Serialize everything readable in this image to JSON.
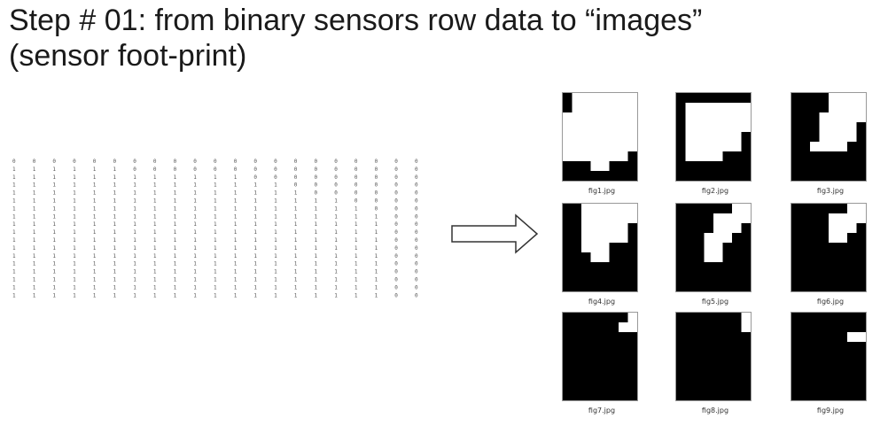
{
  "slide": {
    "title_line1": "Step # 01: from binary sensors row data to “images”",
    "title_line2": "(sensor foot-print)"
  },
  "raw_data": {
    "rows": [
      "000000000000000000000",
      "111111000000000000000",
      "111111111111000000000",
      "111111111111110000000",
      "111111111111111000000",
      "111111111111111110000",
      "111111111111111111000",
      "111111111111111111100",
      "111111111111111111100",
      "111111111111111111100",
      "111111111111111111100",
      "111111111111111111100",
      "111111111111111111100",
      "111111111111111111100",
      "111111111111111111100",
      "111111111111111111100",
      "111111111111111111100",
      "111111111111111111100"
    ]
  },
  "arrow": {
    "icon": "right-arrow-icon"
  },
  "colors": {
    "on": "#000000",
    "off": "#ffffff"
  },
  "figures": [
    {
      "caption": "fig1.jpg",
      "grid": [
        "10000000",
        "10000000",
        "00000000",
        "00000000",
        "00000000",
        "00000000",
        "00000001",
        "11100111",
        "11111111"
      ]
    },
    {
      "caption": "fig2.jpg",
      "grid": [
        "11111111",
        "10000000",
        "10000000",
        "10000000",
        "10000001",
        "10000001",
        "10000111",
        "11111111",
        "11111111"
      ]
    },
    {
      "caption": "fig3.jpg",
      "grid": [
        "11110000",
        "11110000",
        "11100000",
        "11100001",
        "11100001",
        "11000011",
        "11111111",
        "11111111",
        "11111111"
      ]
    },
    {
      "caption": "fig4.jpg",
      "grid": [
        "11000000",
        "11000000",
        "11000001",
        "11000001",
        "11000111",
        "11100111",
        "11111111",
        "11111111",
        "11111111"
      ]
    },
    {
      "caption": "fig5.jpg",
      "grid": [
        "11111100",
        "11110000",
        "11110001",
        "11100011",
        "11100111",
        "11100111",
        "11111111",
        "11111111",
        "11111111"
      ]
    },
    {
      "caption": "fig6.jpg",
      "grid": [
        "11111100",
        "11110000",
        "11110001",
        "11110011",
        "11111111",
        "11111111",
        "11111111",
        "11111111",
        "11111111"
      ]
    },
    {
      "caption": "fig7.jpg",
      "grid": [
        "11111110",
        "11111100",
        "11111111",
        "11111111",
        "11111111",
        "11111111",
        "11111111",
        "11111111",
        "11111111"
      ]
    },
    {
      "caption": "fig8.jpg",
      "grid": [
        "11111110",
        "11111110",
        "11111111",
        "11111111",
        "11111111",
        "11111111",
        "11111111",
        "11111111",
        "11111111"
      ]
    },
    {
      "caption": "fig9.jpg",
      "grid": [
        "11111111",
        "11111111",
        "11111100",
        "11111111",
        "11111111",
        "11111111",
        "11111111",
        "11111111",
        "11111111"
      ]
    }
  ]
}
